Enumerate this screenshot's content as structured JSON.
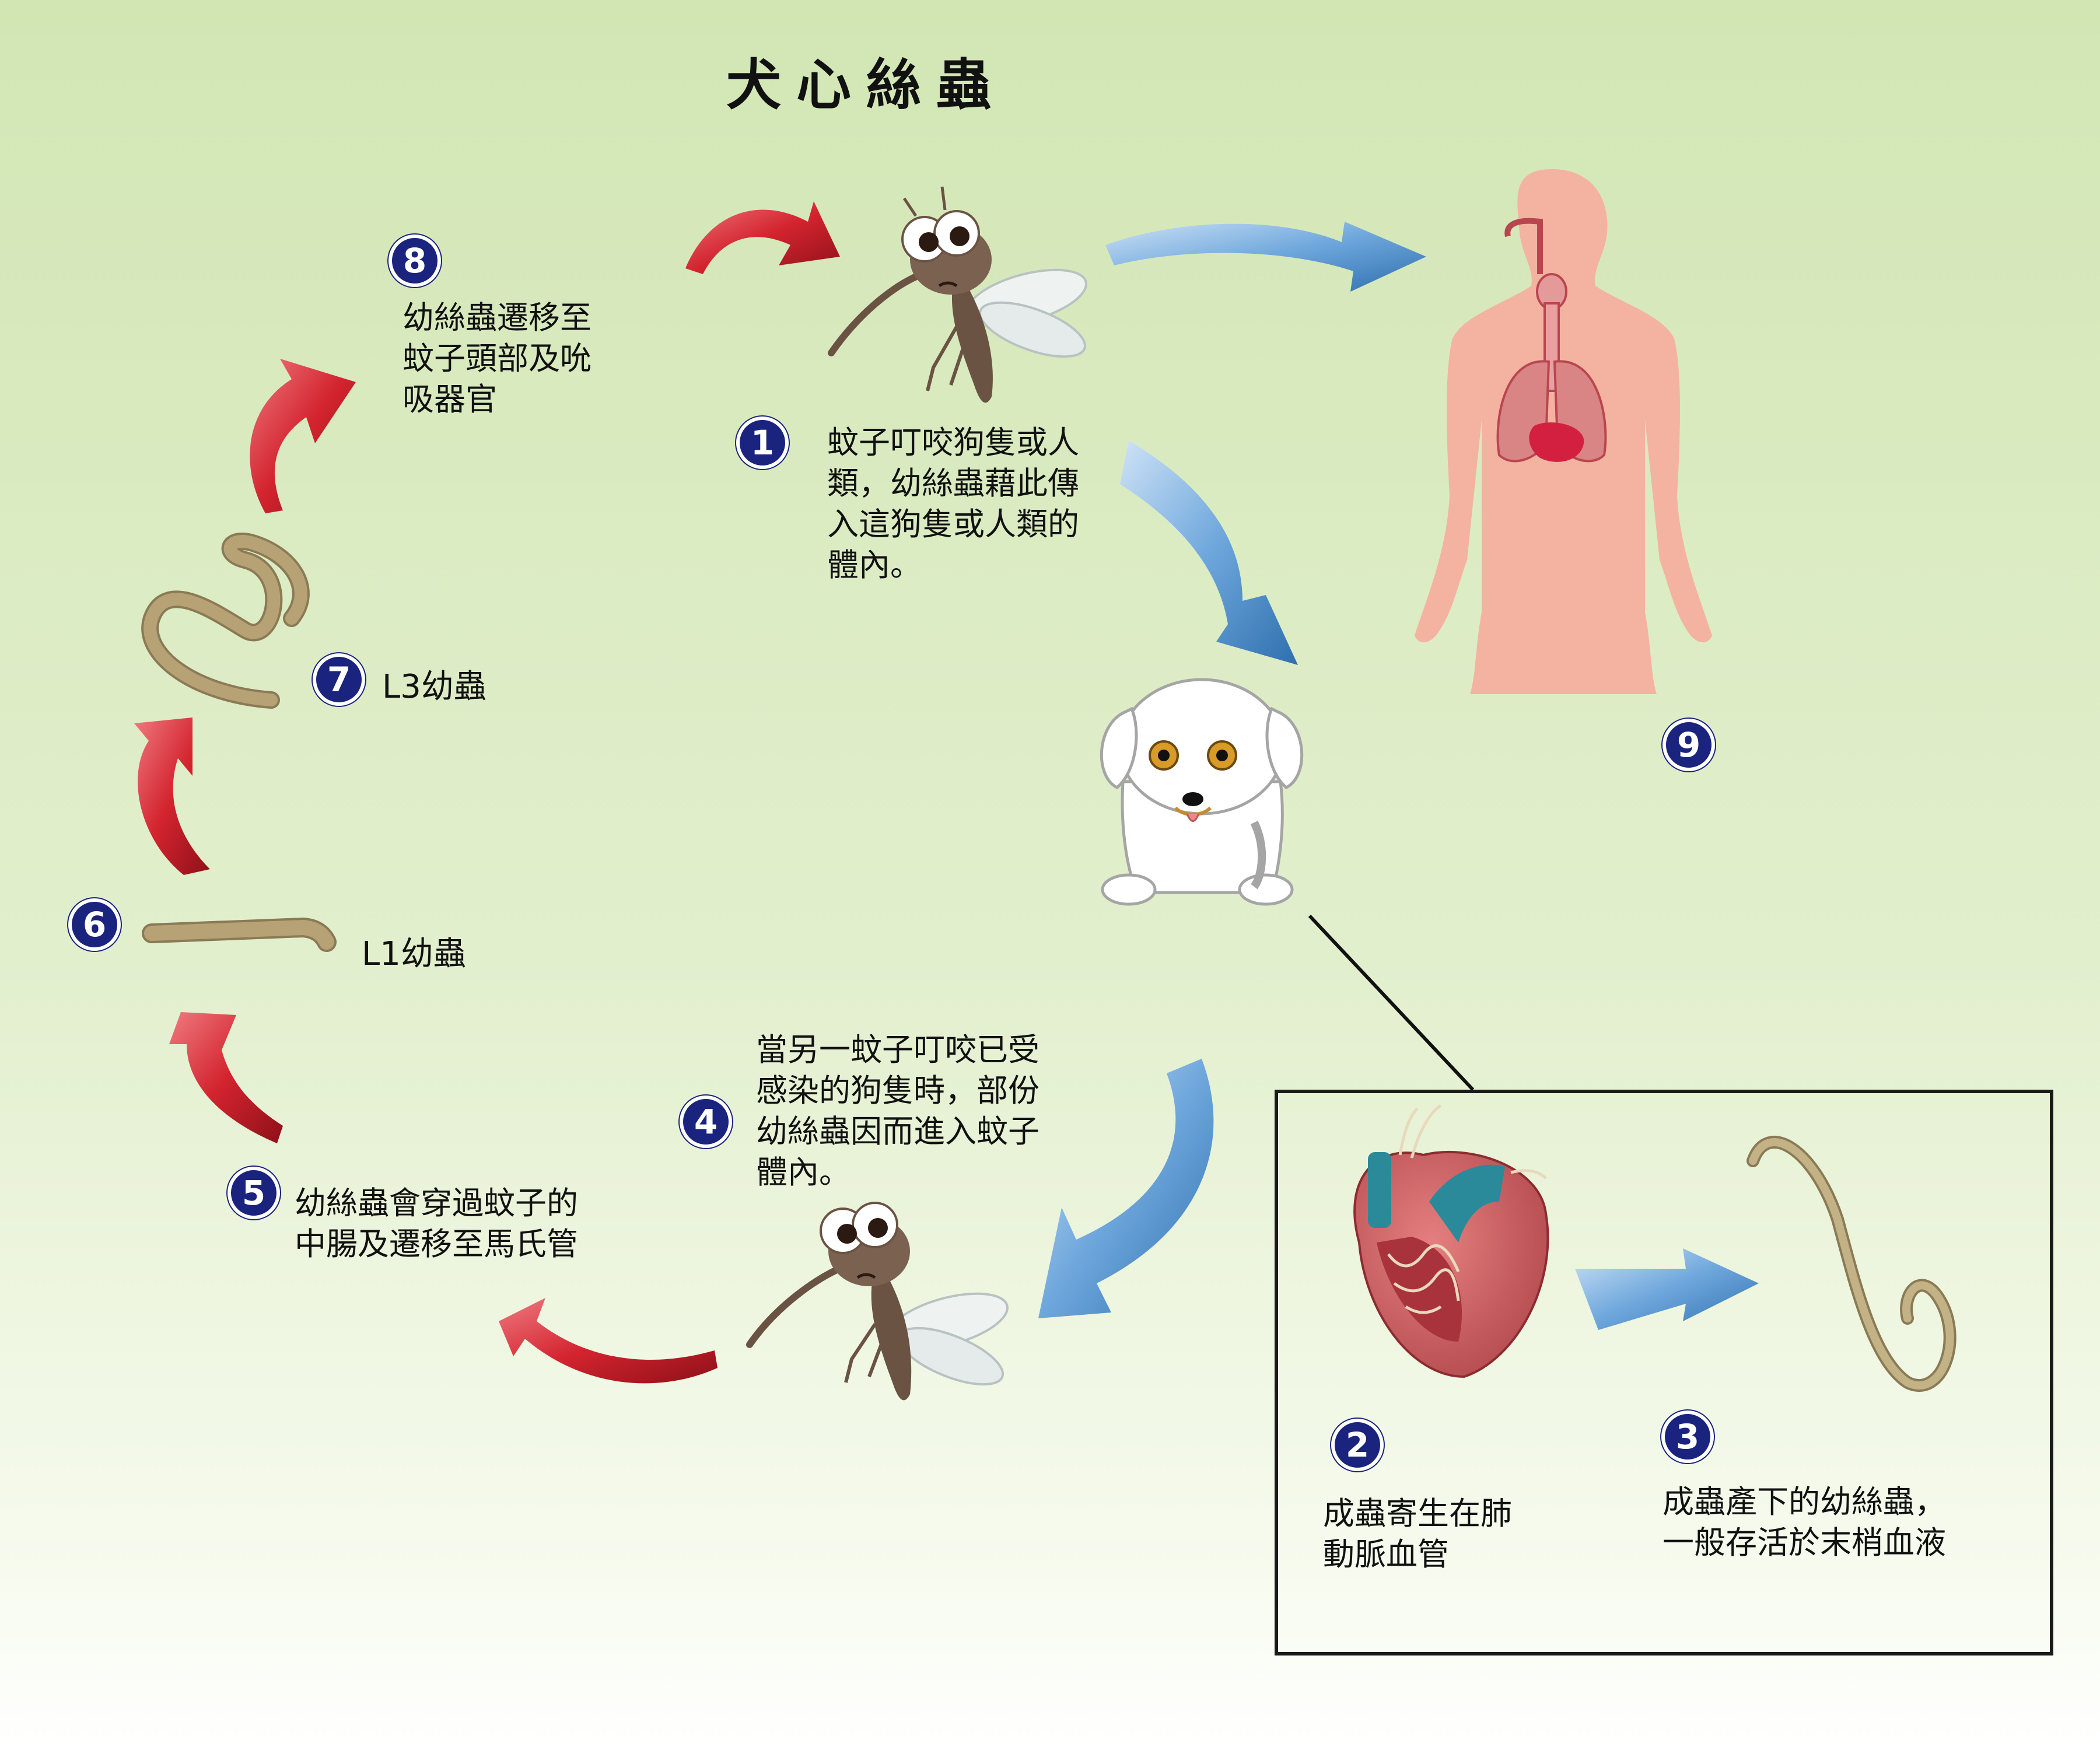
{
  "title": "犬心絲蟲",
  "steps": {
    "s1": {
      "num": "1",
      "lines": [
        "蚊子叮咬狗隻或人",
        "類，幼絲蟲藉此傳",
        "入這狗隻或人類的",
        "體內。"
      ]
    },
    "s2": {
      "num": "2",
      "lines": [
        "成蟲寄生在肺",
        "動脈血管"
      ]
    },
    "s3": {
      "num": "3",
      "lines": [
        "成蟲產下的幼絲蟲，",
        "一般存活於末梢血液"
      ]
    },
    "s4": {
      "num": "4",
      "lines": [
        "當另一蚊子叮咬已受",
        "感染的狗隻時，部份",
        "幼絲蟲因而進入蚊子",
        "體內。"
      ]
    },
    "s5": {
      "num": "5",
      "lines": [
        "幼絲蟲會穿過蚊子的",
        "中腸及遷移至馬氏管"
      ]
    },
    "s6": {
      "num": "6",
      "label": "L1幼蟲"
    },
    "s7": {
      "num": "7",
      "label": "L3幼蟲"
    },
    "s8": {
      "num": "8",
      "lines": [
        "幼絲蟲遷移至",
        "蚊子頭部及吮",
        "吸器官"
      ]
    },
    "s9": {
      "num": "9"
    }
  },
  "colors": {
    "badge": "#1a237e",
    "red_arrow": "#d3242f",
    "blue_arrow": "#5b9bd5",
    "human": "#f4b3a0",
    "worm": "#b6a274"
  }
}
